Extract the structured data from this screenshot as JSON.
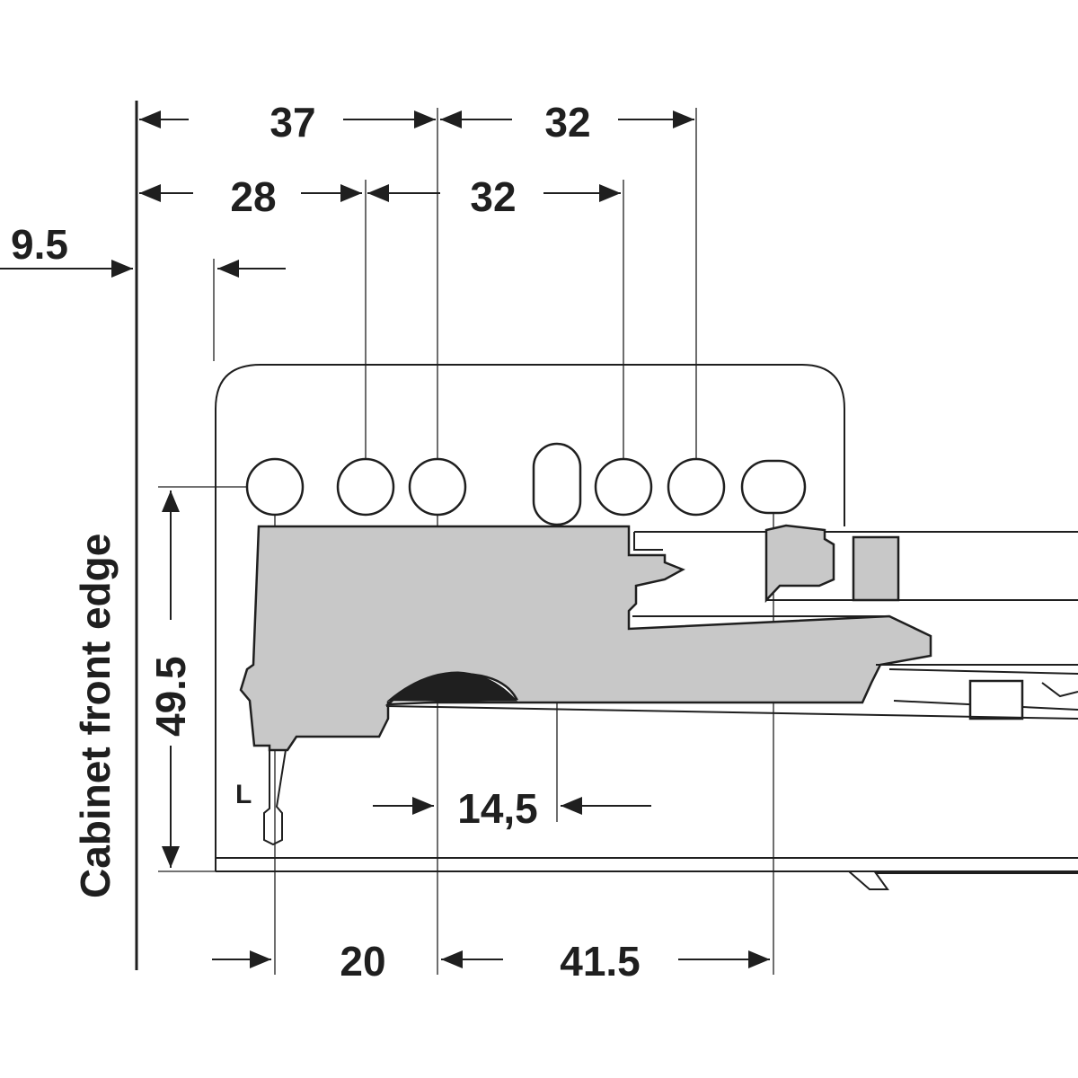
{
  "colors": {
    "ink": "#1f1f1f",
    "part_fill": "#c8c8c8",
    "background": "#ffffff"
  },
  "labels": {
    "cabinet_front_edge": "Cabinet front edge",
    "side_marker": "L"
  },
  "dimensions": {
    "top_37": "37",
    "top_32_upper": "32",
    "top_28": "28",
    "top_32_lower": "32",
    "left_9_5": "9.5",
    "height_49_5": "49.5",
    "mid_14_5": "14,5",
    "bottom_20": "20",
    "bottom_41_5": "41.5"
  }
}
